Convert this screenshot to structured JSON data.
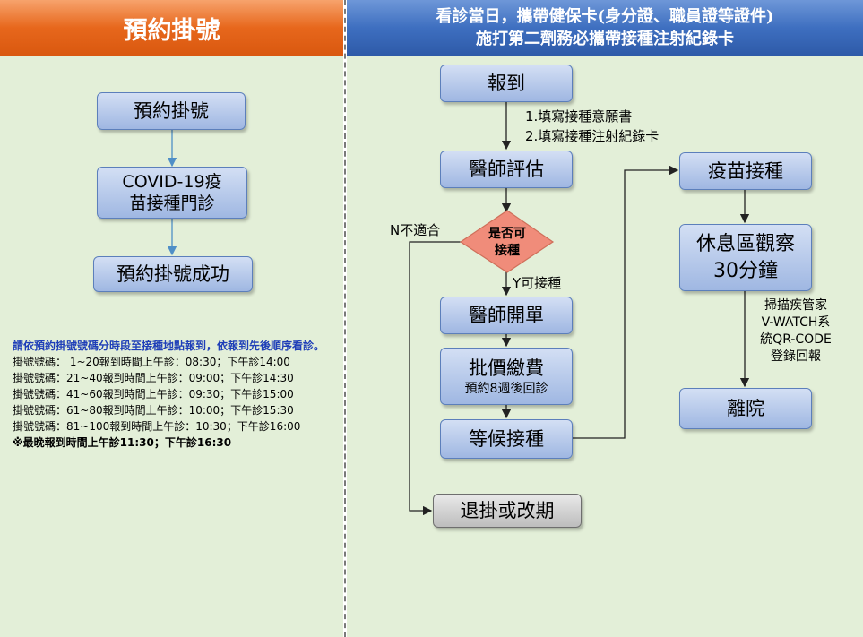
{
  "header": {
    "left_title": "預約掛號",
    "right_line1": "看診當日，攜帶健保卡(身分證、職員證等證件)",
    "right_line2": "施打第二劑務必攜帶接種注射紀錄卡"
  },
  "left_flow": {
    "step1": "預約掛號",
    "step2_line1": "COVID-19疫",
    "step2_line2": "苗接種門診",
    "step3": "預約掛號成功"
  },
  "notes": {
    "intro": "請依預約掛號號碼分時段至接種地點報到，依報到先後順序看診。",
    "rows": [
      "掛號號碼： 1~20報到時間上午診：08:30；下午診14:00",
      "掛號號碼：21~40報到時間上午診：09:00；下午診14:30",
      "掛號號碼：41~60報到時間上午診：09:30；下午診15:00",
      "掛號號碼：61~80報到時間上午診：10:00；下午診15:30",
      "掛號號碼：81~100報到時間上午診：10:30；下午診16:00"
    ],
    "latest": "※最晚報到時間上午診11:30；下午診16:30"
  },
  "right_flow": {
    "checkin": "報到",
    "fill1": "1.填寫接種意願書",
    "fill2": "2.填寫接種注射紀錄卡",
    "doctor_eval": "醫師評估",
    "decision_line1": "是否可",
    "decision_line2": "接種",
    "no_label": "N不適合",
    "yes_label": "Y可接種",
    "prescribe": "醫師開單",
    "pay": "批價繳費",
    "pay_sub": "預約8週後回診",
    "wait": "等候接種",
    "cancel": "退掛或改期",
    "vaccinate": "疫苗接種",
    "rest_line1": "休息區觀察",
    "rest_line2": "30分鐘",
    "scan1": "掃描疾管家",
    "scan2": "V-WATCH系",
    "scan3": "統QR-CODE",
    "scan4": "登錄回報",
    "leave": "離院"
  },
  "colors": {
    "left_header": "#e7671c",
    "right_header": "#3e6fc0",
    "panel_bg": "#e3efd8",
    "box_fill": "#b4c7e7",
    "decision_fill": "#f08c7a",
    "cancel_fill": "#d0d0d0"
  }
}
